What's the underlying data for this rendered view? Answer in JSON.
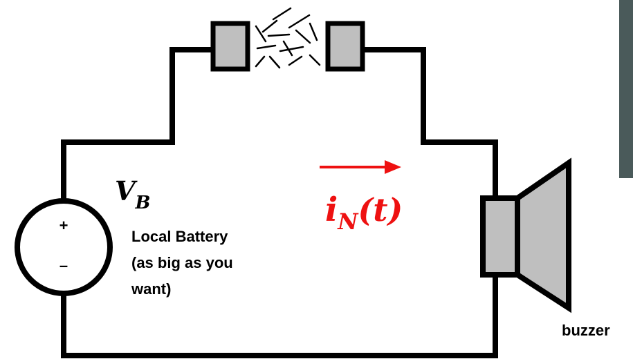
{
  "diagram": {
    "battery_symbol": "V",
    "battery_subscript": "B",
    "plus_sign": "+",
    "minus_sign": "–",
    "battery_label_lines": [
      "Local Battery",
      "(as big as you",
      "want)"
    ],
    "current_label": "i",
    "current_subscript": "N",
    "current_arg": "(t)",
    "buzzer_label": "buzzer",
    "colors": {
      "wire": "#000000",
      "component_fill": "#bfbfbf",
      "current": "#ee1111",
      "side_panel": "#4a5a5a"
    }
  }
}
